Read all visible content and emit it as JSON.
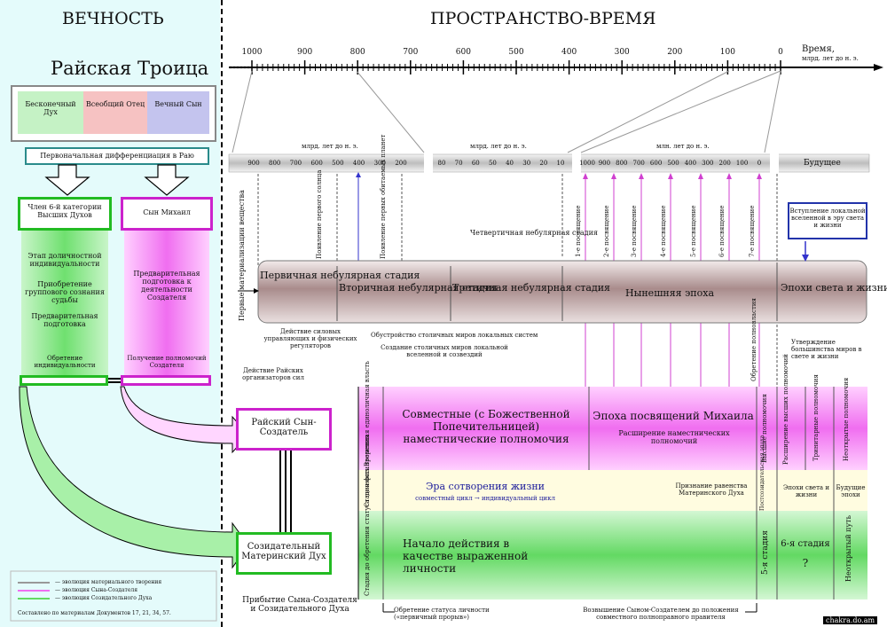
{
  "headers": {
    "eternity": "ВЕЧНОСТЬ",
    "spacetime": "ПРОСТРАНСТВО-ВРЕМЯ"
  },
  "trinity": {
    "title": "Райская Троица",
    "spirit": "Бесконечный Дух",
    "father": "Всеобщий Отец",
    "son": "Вечный Сын",
    "differentiation": "Первоначальная дифференциация в Раю"
  },
  "colors": {
    "green": "#7ee07e",
    "magenta": "#f06ef0",
    "pink": "#ffd0ff",
    "gray_bar": "#a98c8c",
    "cyan_bg": "#e4fbfb",
    "trinity_green": "#c5f2c5",
    "trinity_pink": "#f6c2c2",
    "trinity_blue": "#c4c4ee"
  },
  "left_green": {
    "title": "Член 6-й категории Высших Духов",
    "stage": "Этап доличностной индивидуальности",
    "acquire": "Приобретение группового сознания судьбы",
    "prep": "Предварительная подготовка",
    "gain": "Обретение индивидуальности"
  },
  "left_magenta": {
    "title": "Сын Михаил",
    "prep": "Предварительная подготовка к деятельности Создателя",
    "receive": "Получение полномочий Создателя"
  },
  "time_axis": {
    "label": "Время,",
    "unit": "млрд. лет до н. э.",
    "ticks": [
      "1000",
      "900",
      "800",
      "700",
      "600",
      "500",
      "400",
      "300",
      "200",
      "100",
      "0"
    ]
  },
  "scale": {
    "label1": "млрд. лет до н. э.",
    "label2": "млрд. лет до н. э.",
    "label3": "млн. лет до н. э.",
    "seg1": [
      "900",
      "800",
      "700",
      "600",
      "500",
      "400",
      "300",
      "200"
    ],
    "seg2": [
      "80",
      "70",
      "60",
      "50",
      "40",
      "30",
      "20",
      "10"
    ],
    "seg3": [
      "1000",
      "900",
      "800",
      "700",
      "600",
      "500",
      "400",
      "300",
      "200",
      "100",
      "0"
    ],
    "future": "Будущее"
  },
  "events": {
    "sun": "Появление первого солнца",
    "planets": "Появление первых обитаемых планет",
    "first_mat": "Первые материализации вещества",
    "quaternary": "Четвертичная небулярная стадия"
  },
  "bestowals": [
    "1-е посвящение",
    "2-е посвящение",
    "3-е посвящение",
    "4-е посвящение",
    "5-е посвящение",
    "6-е посвящение",
    "7-е посвящение"
  ],
  "entry_box": "Вступление локальной вселенной в эру света и жизни",
  "stages": {
    "primary": "Первичная небулярная стадия",
    "secondary": "Вторичная небулярная стадия",
    "tertiary": "Третичная небулярная стадия",
    "current": "Нынешняя эпоха",
    "light": "Эпохи света и жизни"
  },
  "below_bar": {
    "action": "Действие силовых управляющих и физических регуляторов",
    "arrangement": "Обустройство столичных миров локальных систем",
    "creation": "Создание столичных миров локальной вселенной и созвездий",
    "paradise": "Действие Райских организаторов сил",
    "gain_full": "Обретение полновластия",
    "establish": "Утверждение большинства миров в свете и жизни"
  },
  "creator_son": "Райский Сын-Создатель",
  "mother_spirit": "Созидательный Материнский Дух",
  "magenta_band": {
    "v1": "Временная единоличная власть",
    "joint": "Совместные (с Божественной Попечительницей) наместнические полномочия",
    "era": "Эпоха посвящений Михаила",
    "expand": "Расширение наместнических полномочий",
    "v2": "Высшие полномочия",
    "v3": "Расширение высших полномочий",
    "v4": "Тринитарные полномочия",
    "v5": "Неоткрытые полномочия"
  },
  "middle_band": {
    "v1": "Стадия физ. творения",
    "era": "Эра сотворения жизни",
    "joint": "совместный цикл → индивидуальный цикл",
    "recog": "Признание равенства Материнского Духа",
    "v2": "Постсозидательская эпоха",
    "light": "Эпохи света и жизни",
    "future": "Будущие эпохи"
  },
  "green_band": {
    "v1": "Стадия до обретения статуса личности",
    "start": "Начало действия в качестве выраженной личности",
    "v2": "5-я стадия",
    "sixth": "6-я стадия",
    "q": "?",
    "v3": "Неоткрытый путь"
  },
  "bottom": {
    "arrival": "Прибытие Сына-Создателя и Созидательного Духа",
    "status": "Обретение статуса личности («первичный прорыв»)",
    "elevation": "Возвышение Сыном-Создателем до положения совместного полноправного правителя"
  },
  "legend": {
    "l1": "— эволюция материального творения",
    "l2": "— эволюция Сына-Создателя",
    "l3": "— эволюция Созидательного Духа",
    "source": "Составлено по материалам Документов 17, 21, 34, 57."
  },
  "watermark": "chakra.do.am"
}
